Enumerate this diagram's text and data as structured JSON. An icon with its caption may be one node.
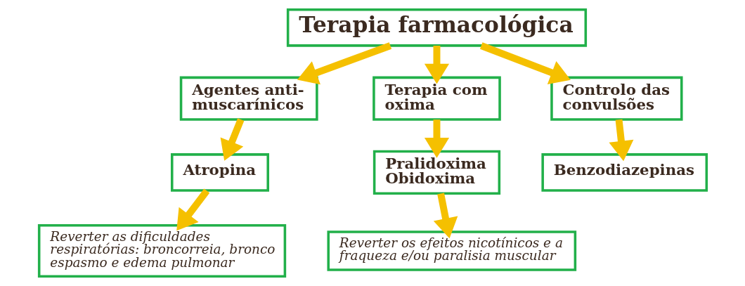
{
  "diagram": {
    "nodes": [
      {
        "text": [
          "Terapia farmacológica"
        ]
      },
      {
        "text": [
          "Agentes anti- muscarínicos"
        ]
      },
      {
        "text": [
          "Terapia com oxima"
        ]
      },
      {
        "text": [
          "Controlo das convulsões"
        ]
      },
      {
        "text": [
          "Atropina"
        ]
      },
      {
        "text": [
          "Pralidoxima",
          "Obidoxima"
        ]
      },
      {
        "text": [
          "Benzodiazepinas"
        ]
      },
      {
        "text": [
          "Reverter as dificuldades respiratórias: broncorreia, bronco espasmo e edema pulmonar"
        ]
      },
      {
        "text": [
          "Reverter os efeitos nicotínicos e a fraqueza e/ou paralisia muscular"
        ]
      }
    ],
    "edges": [
      {
        "from": 0,
        "to": 1,
        "arrow": "to"
      },
      {
        "from": 0,
        "to": 2,
        "arrow": "to"
      },
      {
        "from": 0,
        "to": 3,
        "arrow": "to"
      },
      {
        "from": 1,
        "to": 4,
        "arrow": "to"
      },
      {
        "from": 2,
        "to": 5,
        "arrow": "to"
      },
      {
        "from": 3,
        "to": 6,
        "arrow": "to"
      },
      {
        "from": 4,
        "to": 7,
        "arrow": "to"
      },
      {
        "from": 5,
        "to": 8,
        "arrow": "to"
      }
    ]
  }
}
